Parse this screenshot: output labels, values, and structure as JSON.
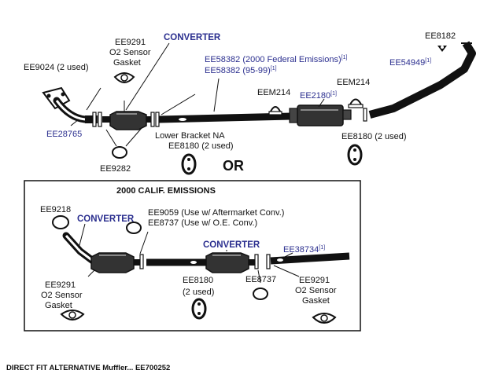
{
  "diagram": {
    "top": {
      "ee9024": "EE9024 (2 used)",
      "ee9291_a": "EE9291",
      "ee9291_b": "O2 Sensor",
      "ee9291_c": "Gasket",
      "converter": "CONVERTER",
      "fed_1": "EE58382 (2000 Federal Emissions)",
      "fed_1_sup": "[1]",
      "fed_2": "EE58382 (95-99)",
      "fed_2_sup": "[1]",
      "ee8182": "EE8182",
      "ee54949": "EE54949",
      "ee54949_sup": "[1]",
      "eem214_left": "EEM214",
      "eem214_right": "EEM214",
      "ee2180": "EE2180",
      "ee2180_sup": "[1]",
      "ee28765": "EE28765",
      "bracket": "Lower Bracket NA",
      "ee8180_mid": "EE8180 (2 used)",
      "ee8180_right": "EE8180 (2 used)",
      "ee9282": "EE9282",
      "or": "OR"
    },
    "box": {
      "title": "2000 CALIF. EMISSIONS",
      "ee9218": "EE9218",
      "converter_left": "CONVERTER",
      "ee9059": "EE9059 (Use w/ Aftermarket Conv.)",
      "ee8737_top": "EE8737 (Use w/ O.E. Conv.)",
      "converter_mid": "CONVERTER",
      "ee38734": "EE38734",
      "ee38734_sup": "[1]",
      "ee9291_left_a": "EE9291",
      "ee9291_left_b": "O2 Sensor",
      "ee9291_left_c": "Gasket",
      "ee8180_a": "EE8180",
      "ee8180_b": "(2 used)",
      "ee8737_bottom": "EE8737",
      "ee9291_right_a": "EE9291",
      "ee9291_right_b": "O2 Sensor",
      "ee9291_right_c": "Gasket"
    },
    "caption": "DIRECT FIT ALTERNATIVE Muffler... EE700252"
  }
}
